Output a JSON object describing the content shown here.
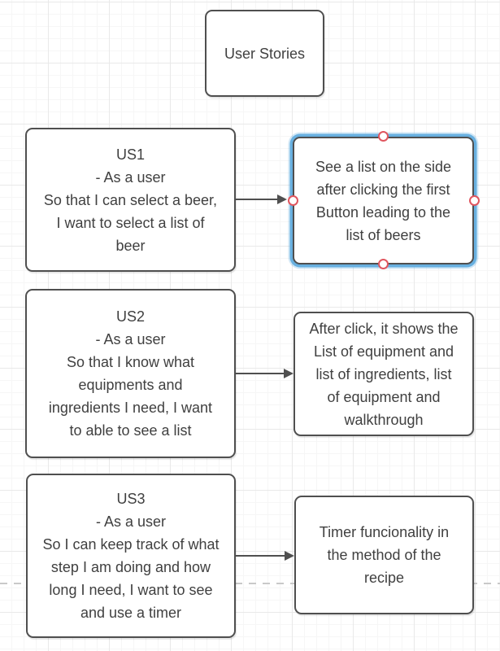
{
  "colors": {
    "node_border": "#4f4f4f",
    "node_fill": "#ffffff",
    "node_text": "#404040",
    "arrow": "#4f4f4f",
    "selection_highlight": "#68b0e0",
    "connection_handle_ring": "#e0565f",
    "grid_minor": "#f6f6f6",
    "grid_major": "#e9e9e9",
    "page_break_line": "#c9c9c9"
  },
  "diagram": {
    "title_node": {
      "text": "User Stories"
    },
    "rows": [
      {
        "story": {
          "text": "US1\n- As a user\nSo that I can select a beer,\nI want to select a list of\nbeer"
        },
        "outcome": {
          "text": "See a list on the side\nafter clicking the first\nButton leading to the\nlist of beers",
          "selected": true
        }
      },
      {
        "story": {
          "text": "US2\n- As a user\nSo that I know what\nequipments and\ningredients I need, I want\nto able to see a list"
        },
        "outcome": {
          "text": "After click, it shows the\nList of equipment and\nlist of ingredients, list\nof equipment and\nwalkthrough",
          "selected": false
        }
      },
      {
        "story": {
          "text": "US3\n- As a user\nSo I can keep track of what\nstep I am doing and how\nlong I need, I want to see\nand use a timer"
        },
        "outcome": {
          "text": "Timer funcionality in\nthe method of the\nrecipe",
          "selected": false
        }
      }
    ]
  }
}
